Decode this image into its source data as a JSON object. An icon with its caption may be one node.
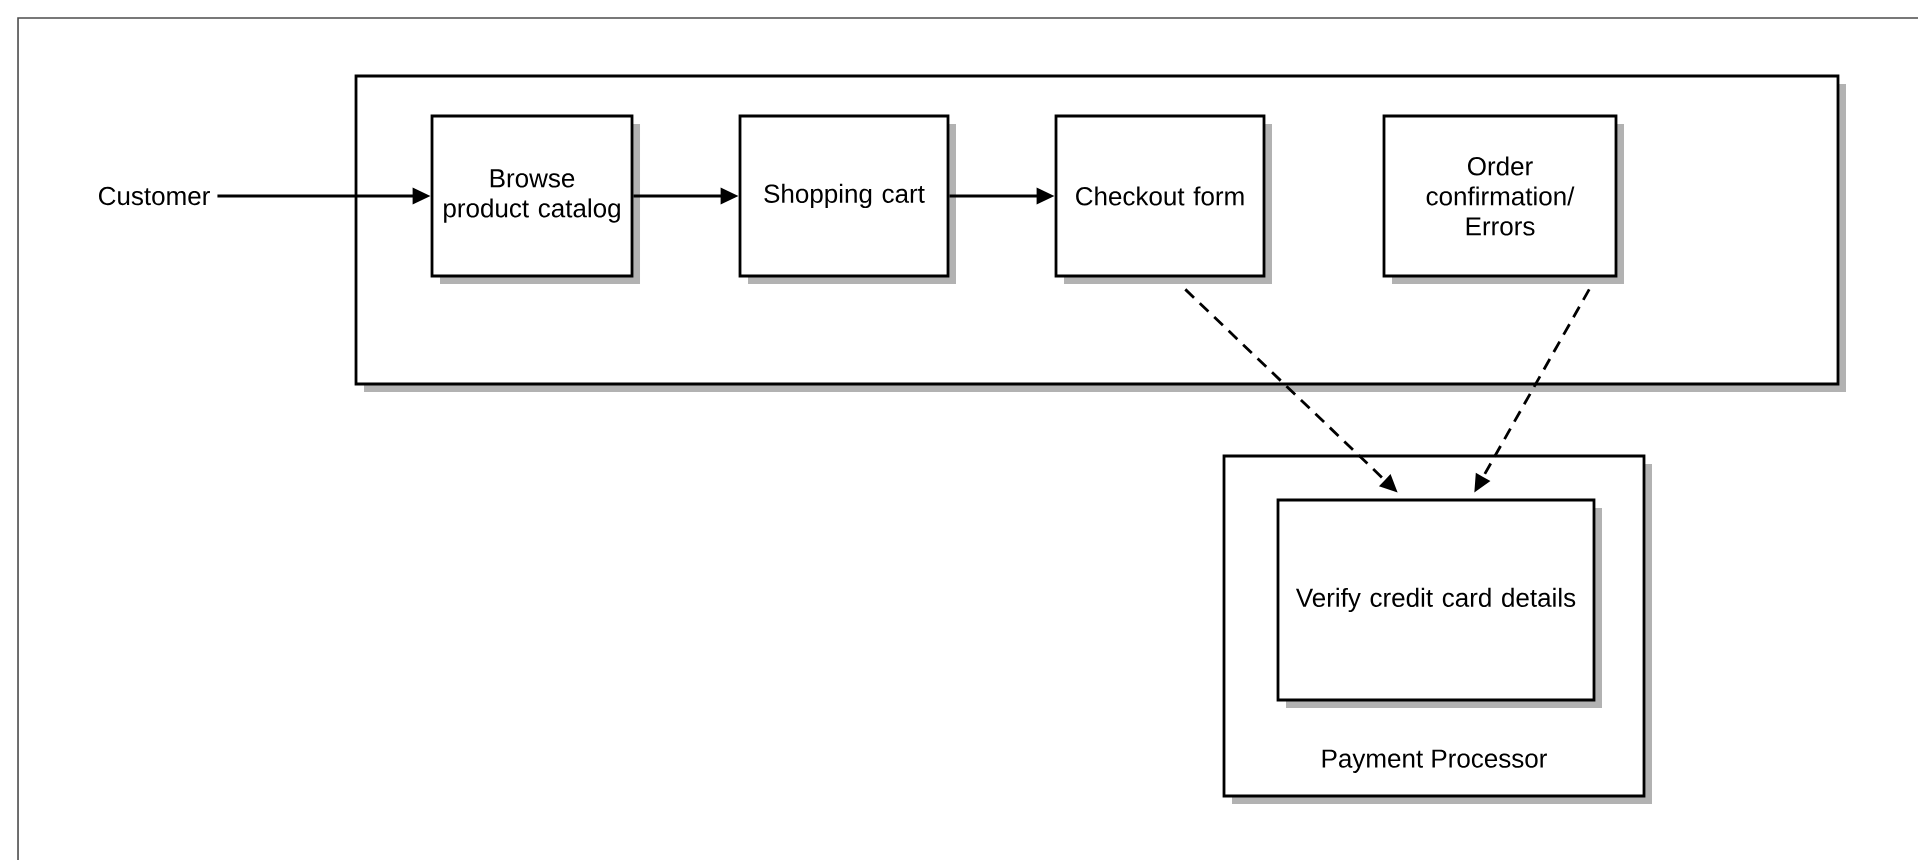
{
  "diagram": {
    "nodes": [
      {
        "text": [],
        "shape": "box"
      },
      {
        "text": [
          "Customer"
        ]
      },
      {
        "text": [
          "Browse product catalog"
        ],
        "in": 0
      },
      {
        "text": [
          "Shopping cart"
        ],
        "in": 0
      },
      {
        "text": [
          "Checkout form"
        ],
        "in": 0
      },
      {
        "text": [
          "Order confirmation/ Errors"
        ],
        "in": 0
      },
      {
        "text": [
          "Payment Processor"
        ]
      },
      {
        "text": [
          "Verify credit card details"
        ],
        "in": 6
      }
    ],
    "edges": [
      {
        "from": 1,
        "to": 2,
        "arrow": "to"
      },
      {
        "from": 2,
        "to": 3,
        "arrow": "to"
      },
      {
        "from": 3,
        "to": 4,
        "arrow": "to"
      },
      {
        "from": 4,
        "to": 7,
        "arrow": "to",
        "style": "dashed"
      },
      {
        "from": 5,
        "to": 7,
        "arrow": "to",
        "style": "dashed"
      }
    ]
  }
}
